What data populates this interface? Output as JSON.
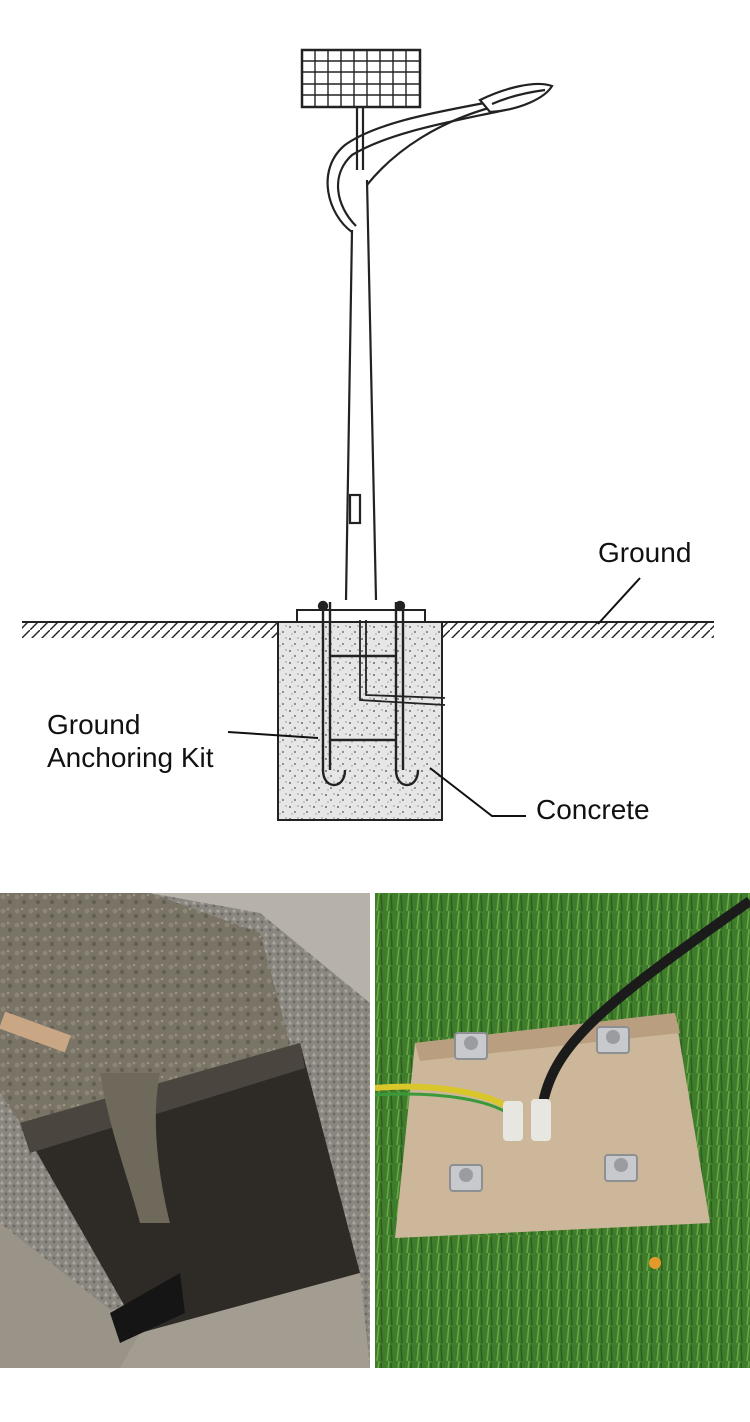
{
  "labels": {
    "ground": "Ground",
    "anchoring_kit_line1": "Ground",
    "anchoring_kit_line2": "Anchoring Kit",
    "concrete": "Concrete"
  },
  "colors": {
    "line": "#222222",
    "concrete_fill": "#e4e4e4",
    "grass": "#3f7d2c",
    "wet_concrete": "#7a7466",
    "soil": "#cdb79a"
  },
  "photos": {
    "left": "pouring-concrete-into-foundation-pit",
    "right": "finished-foundation-with-anchor-bolts-and-cables"
  }
}
